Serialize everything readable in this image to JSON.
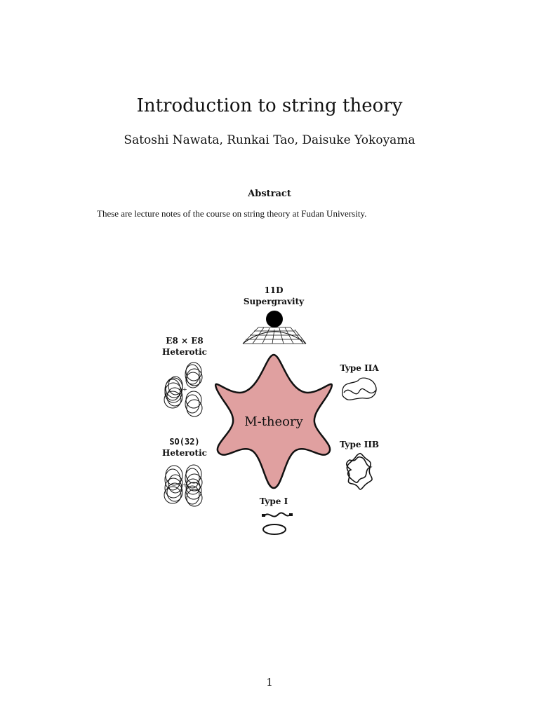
{
  "title": "Introduction to string theory",
  "authors": "Satoshi Nawata, Runkai Tao, Daisuke Yokoyama",
  "abstract": {
    "heading": "Abstract",
    "text": "These are lecture notes of the course on string theory at Fudan University."
  },
  "figure": {
    "center_label": "M-theory",
    "center_color": "#e0a0a0",
    "nodes": {
      "sugra_line1": "11D",
      "sugra_line2": "Supergravity",
      "e8_line1": "E8 × E8",
      "e8_line2": "Heterotic",
      "so32_line1": "SO(32)",
      "so32_line2": "Heterotic",
      "type2a": "Type IIA",
      "type2b": "Type IIB",
      "type1": "Type I"
    }
  },
  "page_number": "1"
}
